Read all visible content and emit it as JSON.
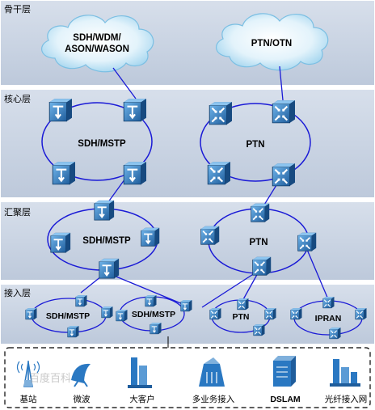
{
  "layers": {
    "backbone": "骨干层",
    "core": "核心层",
    "aggregation": "汇聚层",
    "access": "接入层"
  },
  "clouds": {
    "sdh": {
      "line1": "SDH/WDM/",
      "line2": "ASON/WASON"
    },
    "ptn": {
      "label": "PTN/OTN"
    }
  },
  "rings": {
    "core_sdh": "SDH/MSTP",
    "core_ptn": "PTN",
    "agg_sdh": "SDH/MSTP",
    "agg_ptn": "PTN",
    "acc_sdh1": "SDH/MSTP",
    "acc_sdh2": "SDH/MSTP",
    "acc_ptn": "PTN",
    "acc_ipran": "IPRAN"
  },
  "access_types": [
    {
      "label": "基站",
      "icon": "base-station-icon"
    },
    {
      "label": "微波",
      "icon": "microwave-dish-icon"
    },
    {
      "label": "大客户",
      "icon": "enterprise-building-icon"
    },
    {
      "label": "多业务接入",
      "icon": "multi-service-access-icon"
    },
    {
      "label": "DSLAM",
      "icon": "dslam-icon"
    },
    {
      "label": "光纤接入网",
      "icon": "fiber-access-network-icon"
    }
  ],
  "watermark": "百度百科",
  "colors": {
    "band": "#c9d3e2",
    "ring": "#1a1ad6",
    "cloud": "#cde9f7",
    "device_blue": "#2a78c2"
  }
}
